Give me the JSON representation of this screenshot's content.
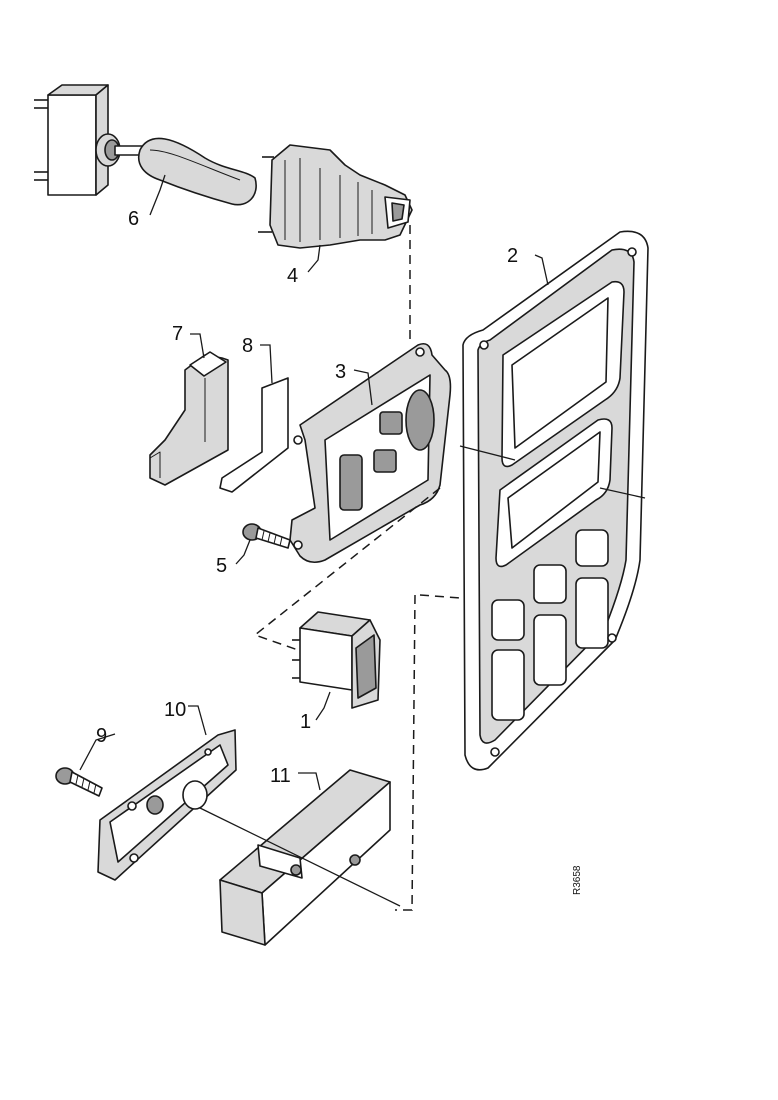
{
  "callouts": {
    "c1": "1",
    "c2": "2",
    "c3": "3",
    "c4": "4",
    "c5": "5",
    "c6": "6",
    "c7": "7",
    "c8": "8",
    "c9": "9",
    "c10": "10",
    "c11": "11"
  },
  "reference_code": "R3658"
}
